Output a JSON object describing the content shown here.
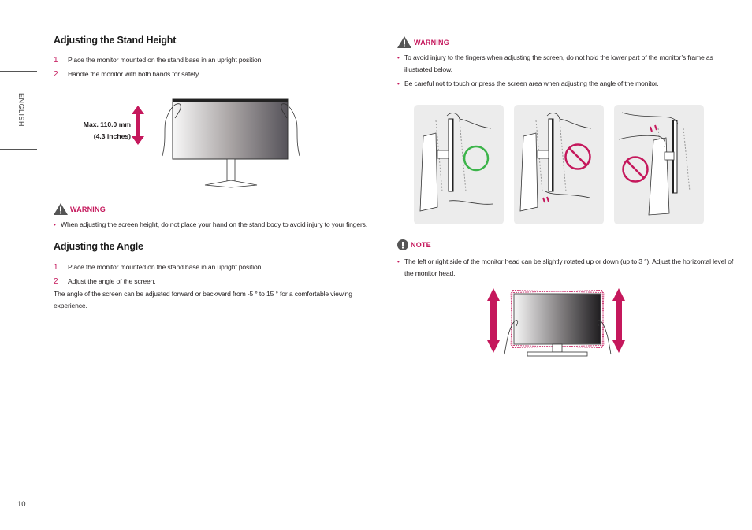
{
  "sidebar": {
    "language_label": "ENGLISH",
    "page_number": "10"
  },
  "left": {
    "stand_height": {
      "title": "Adjusting the Stand Height",
      "steps": [
        {
          "num": "1",
          "text": "Place the monitor mounted on the stand base in an upright position."
        },
        {
          "num": "2",
          "text": "Handle the monitor with both hands for safety."
        }
      ],
      "figure": {
        "dimension_line1": "Max. 110.0 mm",
        "dimension_line2": "(4.3 inches)"
      },
      "warning": {
        "label": "WARNING",
        "bullets": [
          "When adjusting the screen height, do not place your hand on the stand body to avoid injury to your fingers."
        ]
      }
    },
    "angle": {
      "title": "Adjusting the Angle",
      "steps": [
        {
          "num": "1",
          "text": "Place the monitor mounted on the stand base in an upright position."
        },
        {
          "num": "2",
          "text": "Adjust the angle of the screen."
        }
      ],
      "paragraph": "The angle of the screen can be adjusted forward or backward from -5 ° to 15 ° for a comfortable viewing experience."
    }
  },
  "right": {
    "warning": {
      "label": "WARNING",
      "bullets": [
        "To avoid injury to the fingers when adjusting the screen, do not hold the lower part of the monitor’s frame as illustrated below.",
        "Be careful not to touch or press the screen area when adjusting the angle of the monitor."
      ]
    },
    "panels": [
      {
        "status": "correct",
        "icon": "ok-circle-icon"
      },
      {
        "status": "prohibited",
        "icon": "prohibited-icon"
      },
      {
        "status": "prohibited",
        "icon": "prohibited-icon"
      }
    ],
    "note": {
      "label": "NOTE",
      "bullets": [
        "The left or right side of the monitor head can be slightly rotated up or down (up to 3 °). Adjust the horizontal level of the monitor head."
      ]
    }
  },
  "colors": {
    "accent": "#c5185c",
    "ok": "#3cb44a",
    "panel_bg": "#ececec",
    "icon_gray": "#555555"
  }
}
